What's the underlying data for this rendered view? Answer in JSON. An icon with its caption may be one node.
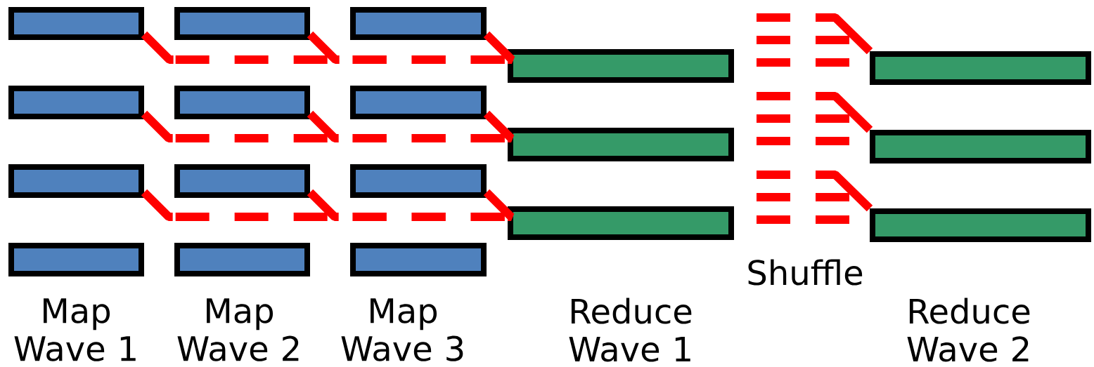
{
  "diagram": {
    "nodes": [
      {
        "text": [],
        "shape": "box"
      },
      {
        "text": [],
        "shape": "box"
      },
      {
        "text": [],
        "shape": "box"
      },
      {
        "text": [],
        "shape": "box"
      },
      {
        "text": [],
        "shape": "box"
      },
      {
        "text": [],
        "shape": "box"
      },
      {
        "text": [],
        "shape": "box"
      },
      {
        "text": [],
        "shape": "box"
      },
      {
        "text": [],
        "shape": "box"
      },
      {
        "text": [],
        "shape": "box"
      },
      {
        "text": [],
        "shape": "box"
      },
      {
        "text": [],
        "shape": "box"
      },
      {
        "text": [],
        "shape": "box"
      },
      {
        "text": [],
        "shape": "box"
      },
      {
        "text": [],
        "shape": "box"
      },
      {
        "text": [],
        "shape": "box"
      },
      {
        "text": [],
        "shape": "box"
      },
      {
        "text": [],
        "shape": "box"
      }
    ],
    "edges": [
      {
        "from": 0,
        "to": 12,
        "arrow": "none",
        "style": "dashed"
      },
      {
        "from": 4,
        "to": 12,
        "arrow": "none",
        "style": "dashed"
      },
      {
        "from": 8,
        "to": 12,
        "arrow": "none"
      },
      {
        "from": 1,
        "to": 13,
        "arrow": "none",
        "style": "dashed"
      },
      {
        "from": 5,
        "to": 13,
        "arrow": "none",
        "style": "dashed"
      },
      {
        "from": 9,
        "to": 13,
        "arrow": "none"
      },
      {
        "from": 2,
        "to": 14,
        "arrow": "none",
        "style": "dashed"
      },
      {
        "from": 6,
        "to": 14,
        "arrow": "none",
        "style": "dashed"
      },
      {
        "from": 10,
        "to": 14,
        "arrow": "none"
      },
      {
        "from": null,
        "to": 15,
        "arrow": "none"
      },
      {
        "from": null,
        "to": 16,
        "arrow": "none"
      },
      {
        "from": null,
        "to": 17,
        "arrow": "none"
      }
    ],
    "labels": [
      "Map Wave 1",
      "Map Wave 2",
      "Map Wave 3",
      "Reduce Wave 1",
      "Shuffle",
      "Reduce Wave 2"
    ]
  }
}
